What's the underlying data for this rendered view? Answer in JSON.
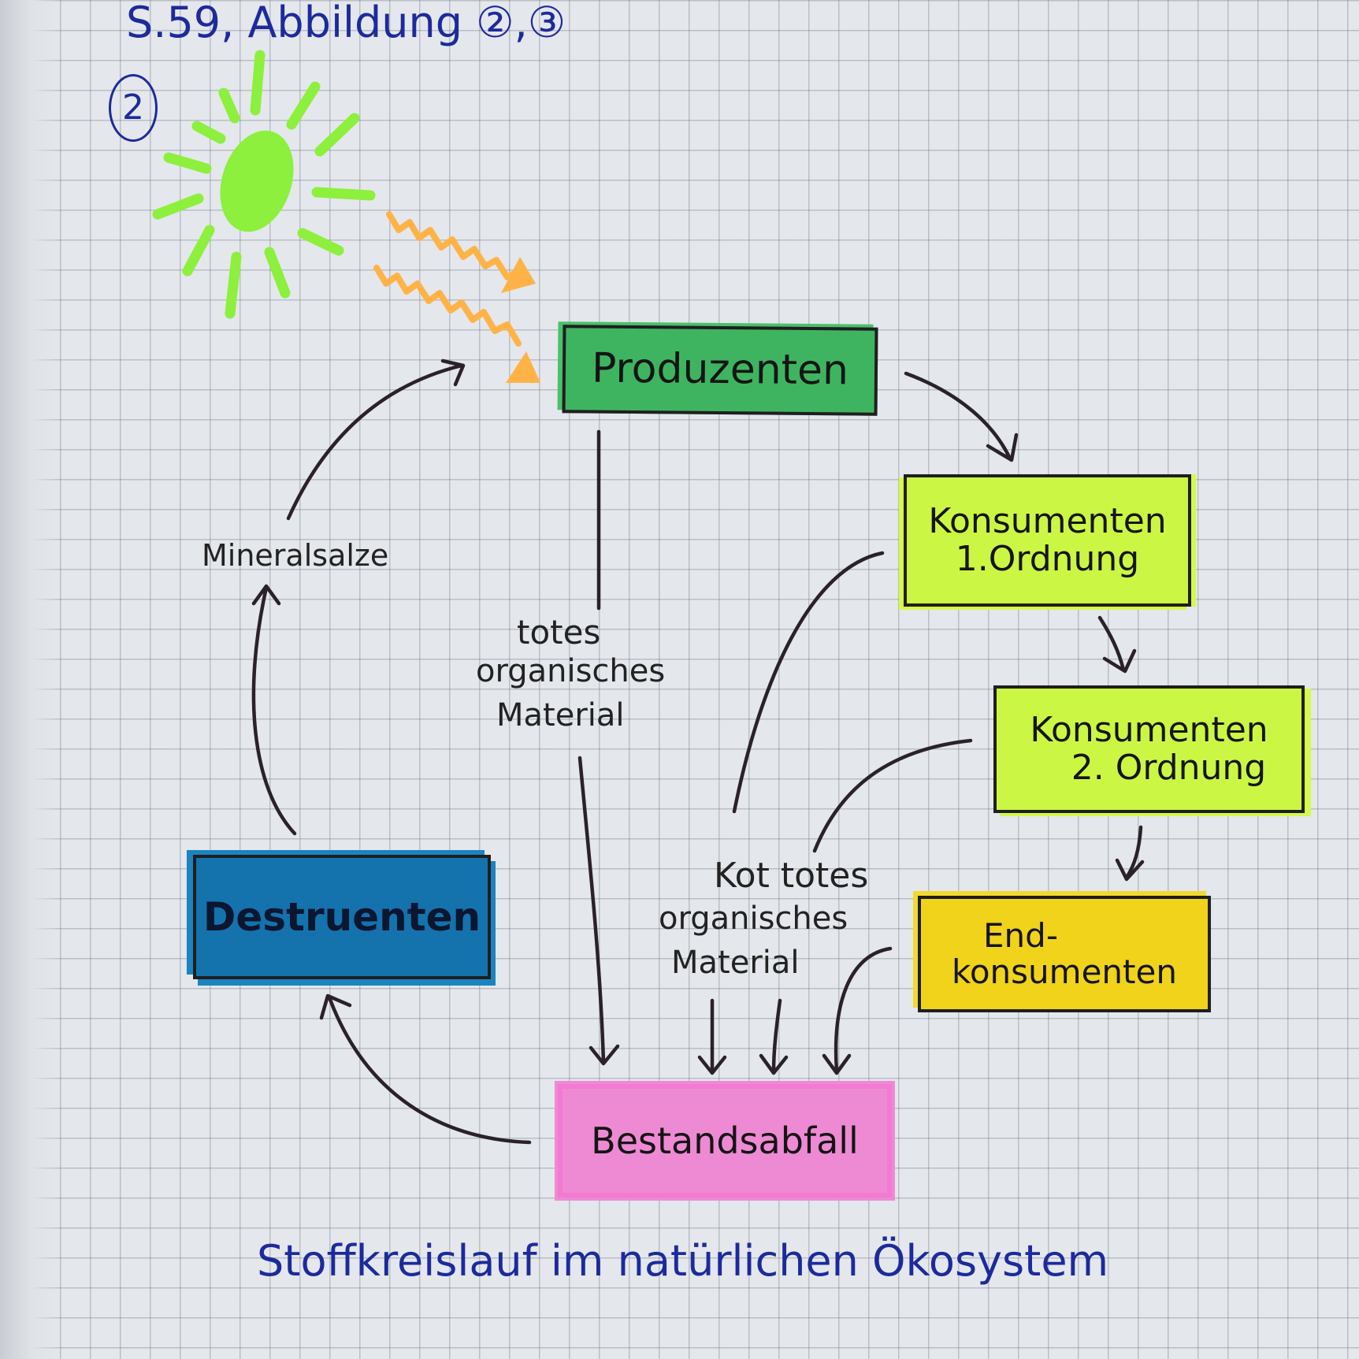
{
  "header": {
    "reference": "S.59, Abbildung ②,③",
    "figure_number": "2"
  },
  "boxes": {
    "produzenten": "Produzenten",
    "konsumenten1_line1": "Konsumenten",
    "konsumenten1_line2": "1.Ordnung",
    "konsumenten2_line1": "Konsumenten",
    "konsumenten2_line2": "2. Ordnung",
    "endkonsumenten_line1": "End-",
    "endkonsumenten_line2": "konsumenten",
    "destruenten": "Destruenten",
    "bestandsabfall": "Bestandsabfall"
  },
  "labels": {
    "mineralsalze": "Mineralsalze",
    "totes_organisches_1": "totes",
    "totes_organisches_2": "organisches",
    "totes_organisches_3": "Material",
    "kot_totes_1": "Kot totes",
    "kot_totes_2": "organisches",
    "kot_totes_3": "Material"
  },
  "caption": "Stoffkreislauf im natürlichen Ökosystem",
  "colors": {
    "ink_blue": "#1d2a9c",
    "sun": "#8cf03c",
    "sunrays": "#ffb347",
    "produzenten": "#3fb460",
    "konsumenten": "#ccf644",
    "endkonsumenten": "#f0d31a",
    "destruenten": "#1472ad",
    "bestandsabfall": "#ee8ad4"
  }
}
